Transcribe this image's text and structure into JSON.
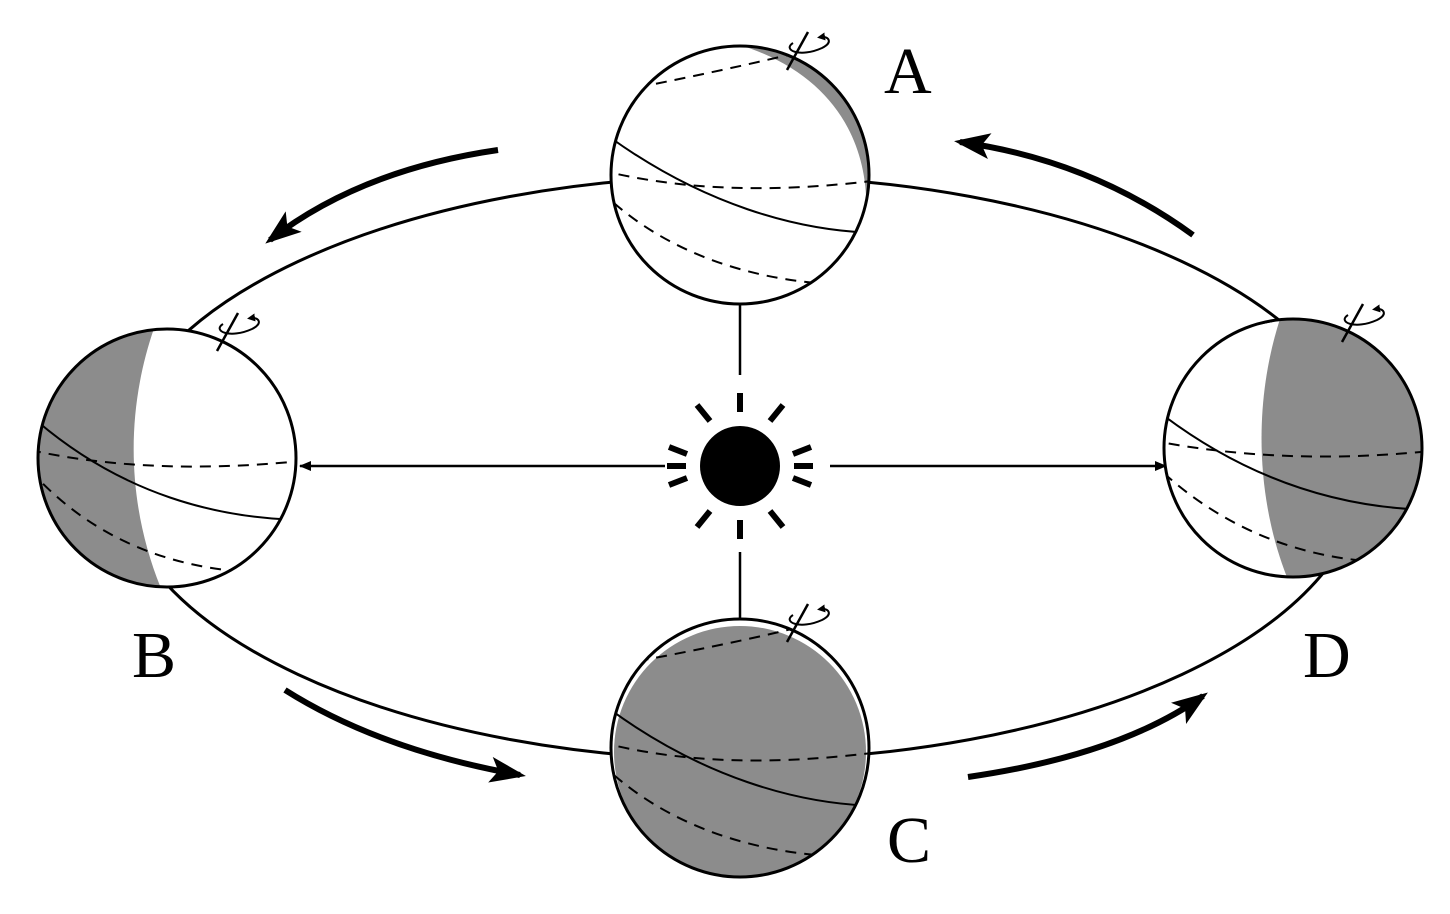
{
  "diagram": {
    "labels": {
      "a": "A",
      "b": "B",
      "c": "C",
      "d": "D"
    },
    "colors": {
      "stroke": "#000000",
      "night_side": "#8c8c8c",
      "day_side": "#ffffff",
      "sun": "#000000"
    },
    "icons": [
      "sun-icon",
      "rotation-arrow-icon",
      "orbit-direction-arrow-icon"
    ]
  }
}
